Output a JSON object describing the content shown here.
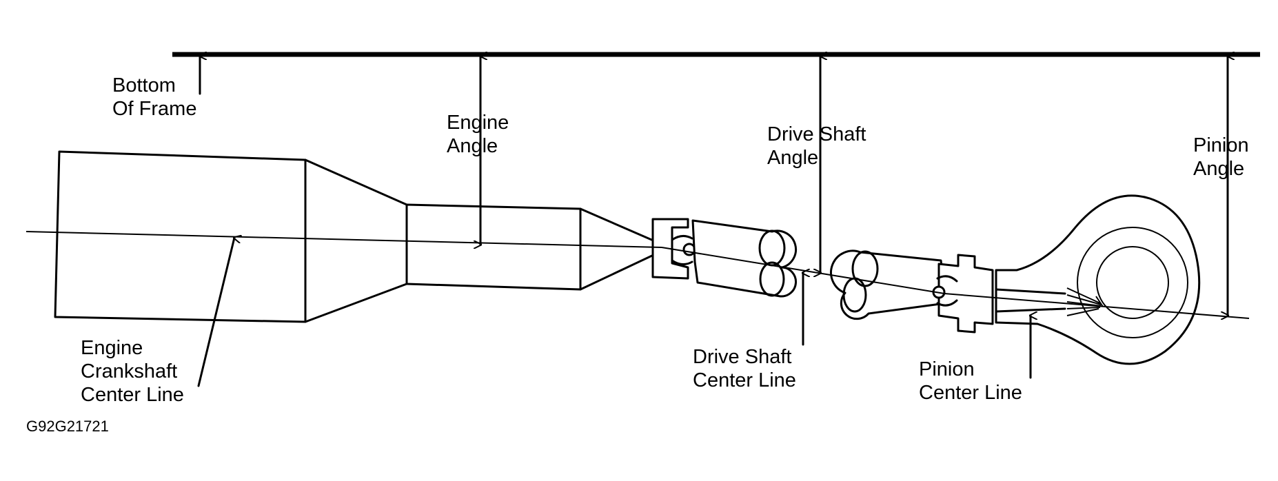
{
  "labels": {
    "bottom_of_frame": [
      "Bottom",
      "Of Frame"
    ],
    "engine_angle": [
      "Engine",
      "Angle"
    ],
    "drive_shaft_angle": [
      "Drive Shaft",
      "Angle"
    ],
    "pinion_angle": [
      "Pinion",
      "Angle"
    ],
    "engine_crankshaft_center_line": [
      "Engine",
      "Crankshaft",
      "Center Line"
    ],
    "drive_shaft_center_line": [
      "Drive Shaft",
      "Center Line"
    ],
    "pinion_center_line": [
      "Pinion",
      "Center Line"
    ]
  },
  "figure_code": "G92G21721"
}
